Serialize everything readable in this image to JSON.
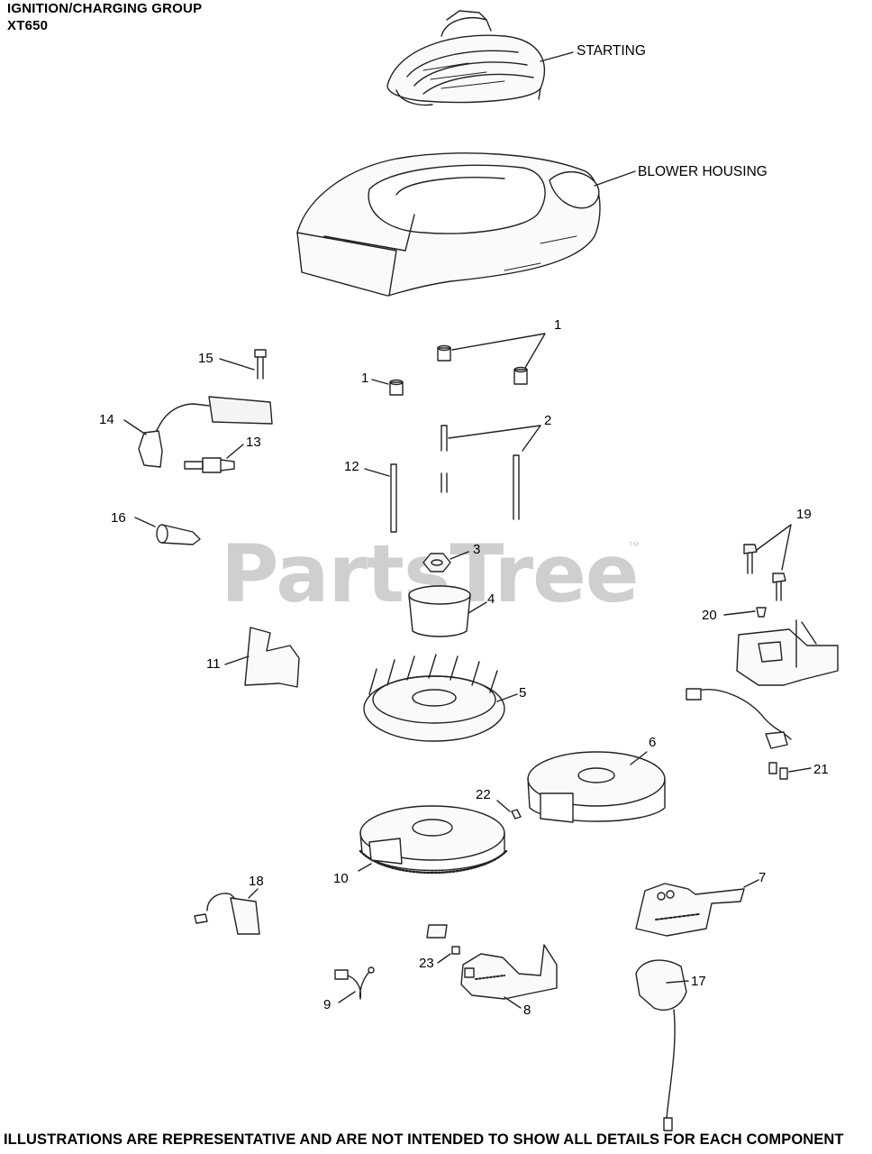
{
  "header": {
    "title": "IGNITION/CHARGING GROUP",
    "model": "XT650"
  },
  "footer": {
    "note": "ILLUSTRATIONS ARE REPRESENTATIVE AND ARE NOT INTENDED TO SHOW ALL DETAILS FOR EACH COMPONENT"
  },
  "labels": {
    "starting": "STARTING",
    "blower_housing": "BLOWER HOUSING"
  },
  "callouts": {
    "n1a": "1",
    "n1b": "1",
    "n2": "2",
    "n3": "3",
    "n4": "4",
    "n5": "5",
    "n6": "6",
    "n7": "7",
    "n8": "8",
    "n9": "9",
    "n10": "10",
    "n11": "11",
    "n12": "12",
    "n13": "13",
    "n14": "14",
    "n15": "15",
    "n16": "16",
    "n17": "17",
    "n18": "18",
    "n19": "19",
    "n20": "20",
    "n21": "21",
    "n22": "22",
    "n23": "23"
  },
  "watermark": {
    "brand": "PartsTree",
    "mark": "™"
  }
}
